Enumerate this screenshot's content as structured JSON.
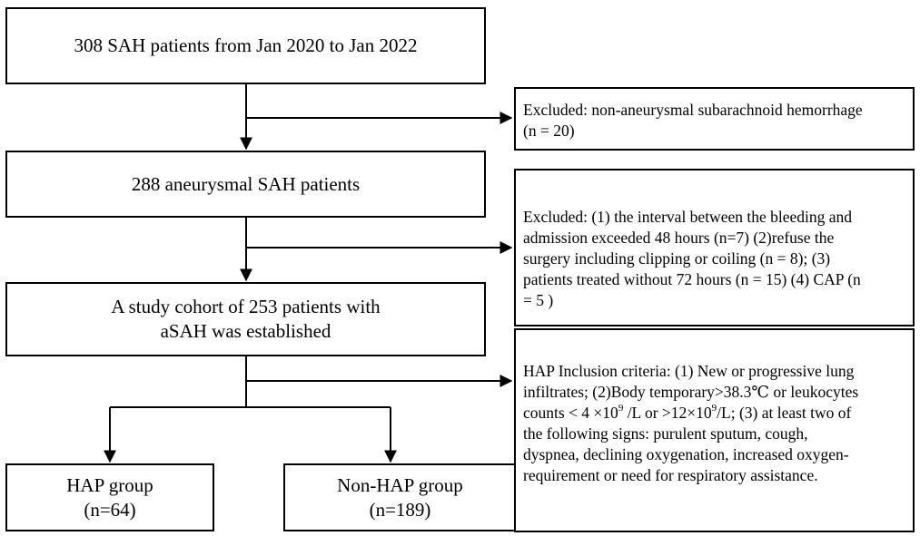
{
  "boxes": {
    "start": "308 SAH patients from Jan 2020 to Jan 2022",
    "aneurysmal": "288 aneurysmal SAH patients",
    "cohort": "A study cohort of 253 patients with aSAH  was established",
    "hap": {
      "line1": "HAP group",
      "line2": "(n=64)"
    },
    "nonhap": {
      "line1": "Non-HAP group",
      "line2": "(n=189)"
    }
  },
  "side_notes": {
    "excluded_1": {
      "line1": "Excluded: non-aneurysmal subarachnoid hemorrhage",
      "line2": "(n = 20)"
    },
    "excluded_2": {
      "line1": "Excluded: (1) the interval between the bleeding and",
      "line2": "admission exceeded 48 hours (n=7) (2)refuse the",
      "line3": "surgery including clipping or coiling (n = 8); (3)",
      "line4": "patients treated without 72 hours (n = 15) (4) CAP (n",
      "line5": "= 5 )"
    },
    "inclusion": {
      "line1": "HAP Inclusion criteria: (1) New or progressive lung",
      "line2": "infiltrates; (2)Body temporary>38.3℃ or leukocytes",
      "line3_a": "counts < 4 ×10",
      "line3_sup_a": "9",
      "line3_b": " /L or >12×10",
      "line3_sup_b": "9",
      "line3_c": "/L; (3) at least two of",
      "line4": "the following signs: purulent sputum, cough,",
      "line5": "dyspnea, declining oxygenation, increased oxygen-",
      "line6": "requirement or need for respiratory assistance."
    }
  }
}
